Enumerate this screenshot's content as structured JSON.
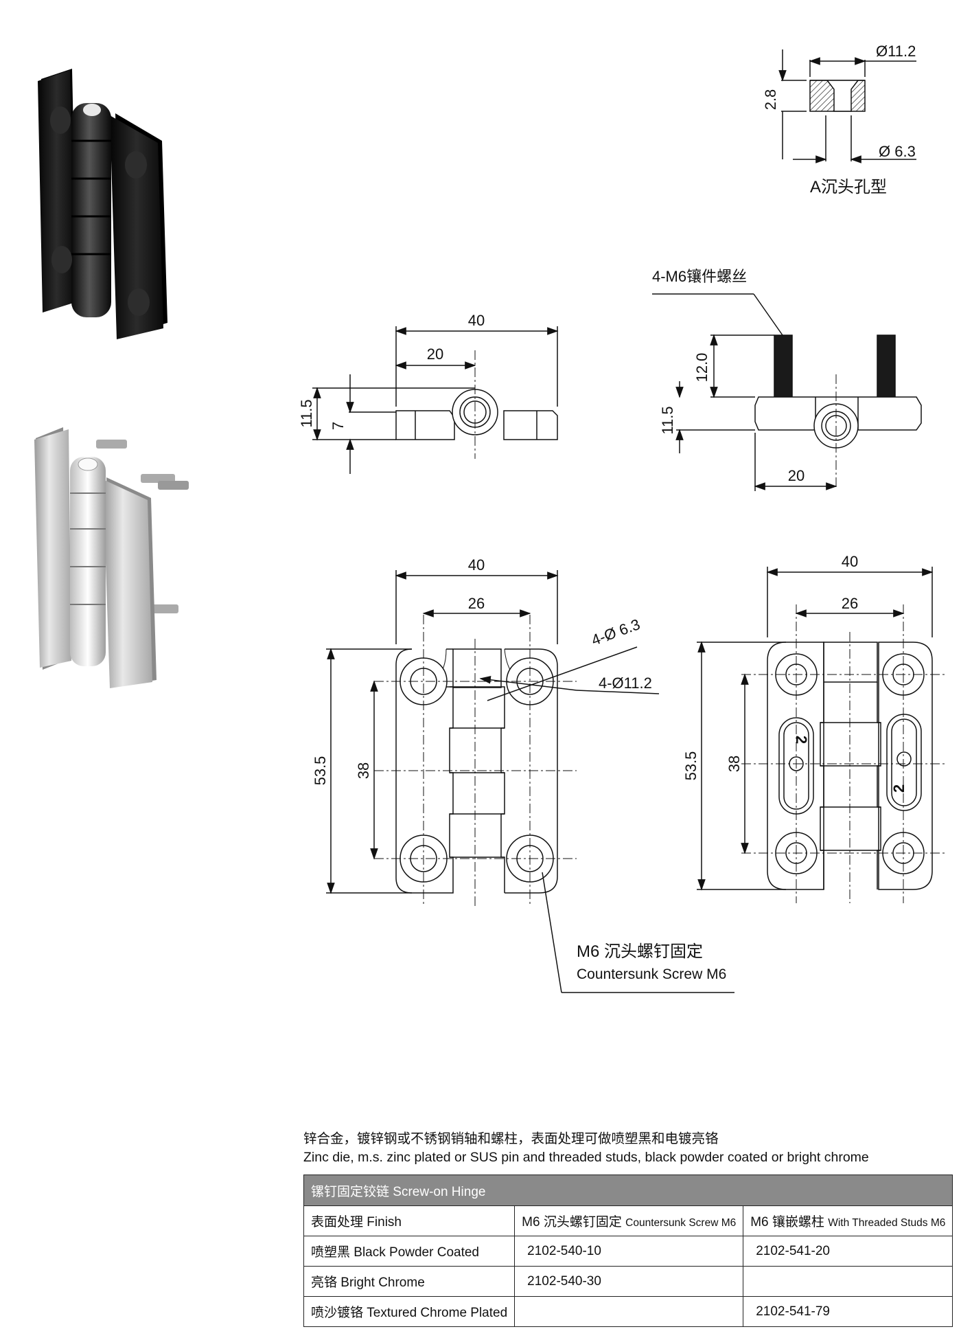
{
  "countersink_detail": {
    "dia_top": "Ø11.2",
    "dia_bottom": "Ø 6.3",
    "depth": "2.8",
    "caption": "A沉头孔型"
  },
  "side_view_left": {
    "width": "40",
    "half_width": "20",
    "height": "11.5",
    "axis_height": "7"
  },
  "side_view_right": {
    "stud_label": "4-M6镶件螺丝",
    "stud_height": "12.0",
    "height": "11.5",
    "half_width": "20"
  },
  "front_view_left": {
    "width": "40",
    "hole_spacing_x": "26",
    "height": "53.5",
    "hole_spacing_y": "38",
    "hole_small": "4-Ø 6.3",
    "hole_large": "4-Ø11.2",
    "screw_label_cn": "M6 沉头螺钉固定",
    "screw_label_en": "Countersunk Screw M6"
  },
  "front_view_right": {
    "width": "40",
    "hole_spacing_x": "26",
    "height": "53.5",
    "hole_spacing_y": "38",
    "slot_mark": "2"
  },
  "description": {
    "cn": "锌合金，镀锌钢或不锈钢销轴和螺柱，表面处理可做喷塑黑和电镀亮铬",
    "en": "Zinc die, m.s. zinc plated or SUS pin and threaded studs, black powder coated or bright chrome"
  },
  "table": {
    "title": "镙钉固定铰链  Screw-on Hinge",
    "col_finish_cn": "表面处理",
    "col_finish_en": "Finish",
    "col_a_cn": "M6 沉头螺钉固定",
    "col_a_en": "Countersunk Screw M6",
    "col_b_cn": "M6 镶嵌螺柱",
    "col_b_en": "With Threaded Studs M6",
    "rows": [
      {
        "finish": "喷塑黑 Black Powder Coated",
        "a": "2102-540-10",
        "b": "2102-541-20"
      },
      {
        "finish": "亮铬 Bright Chrome",
        "a": "2102-540-30",
        "b": ""
      },
      {
        "finish": "喷沙镀铬 Textured Chrome Plated",
        "a": "",
        "b": "2102-541-79"
      }
    ]
  },
  "colors": {
    "table_header": "#8a8a8a",
    "black_hinge": "#161616",
    "chrome_hinge": "#c9c9c9"
  }
}
